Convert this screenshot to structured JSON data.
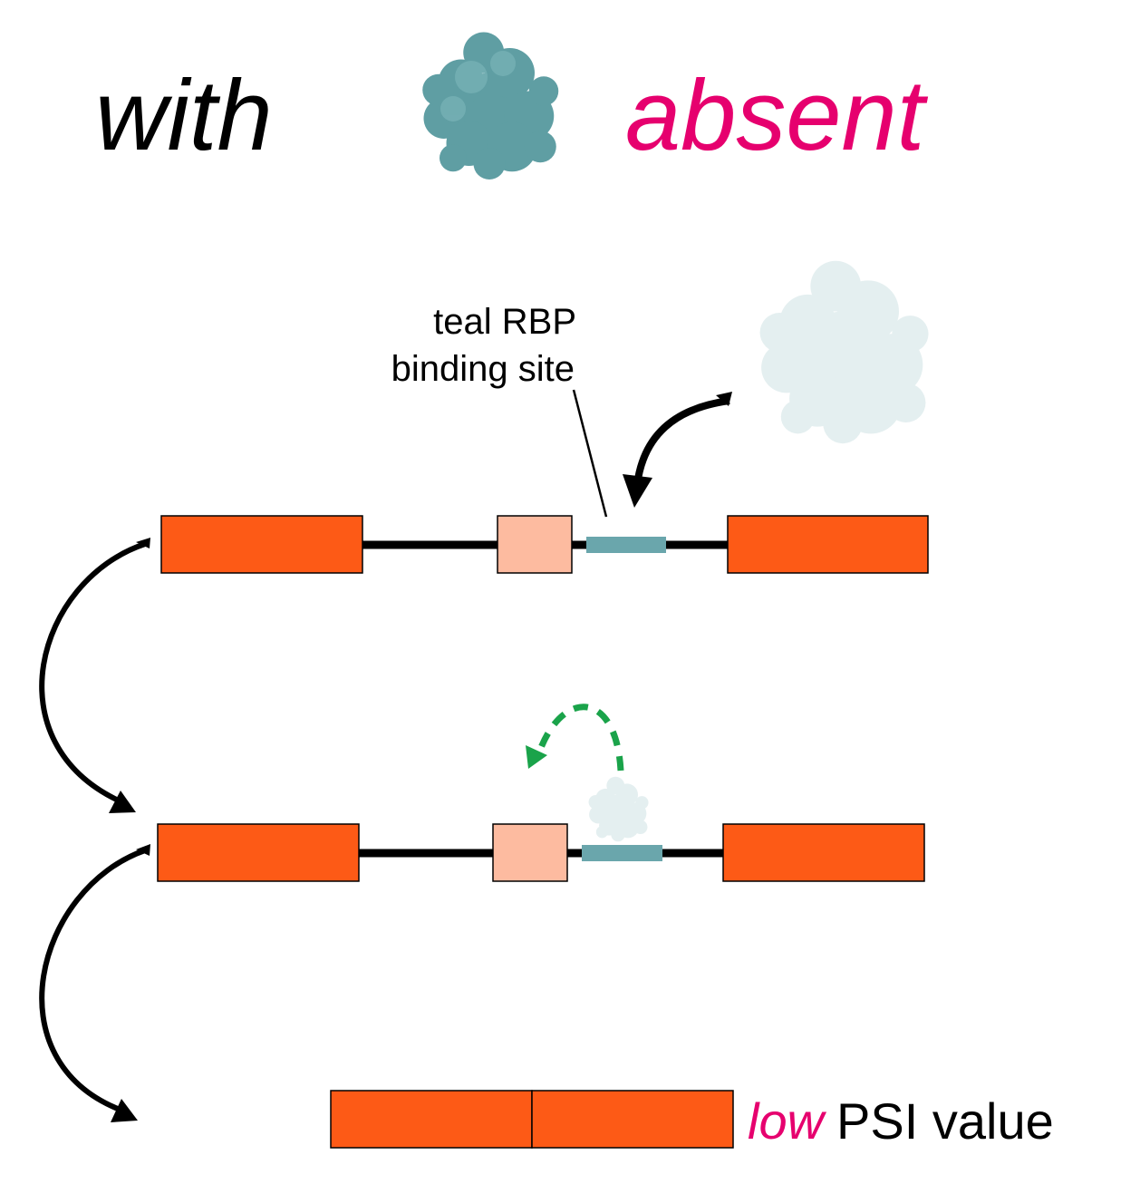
{
  "title": {
    "with_text": "with",
    "absent_text": "absent"
  },
  "callout": {
    "line1": "teal RBP",
    "line2": "binding site"
  },
  "result": {
    "low_text": "low",
    "rest_text": "PSI value"
  },
  "colors": {
    "exon": "#fd5a16",
    "alt_exon": "#fdbba0",
    "binding_site": "#6aa6ac",
    "protein": "#5f9ea3",
    "protein_faded": "#e4eff0",
    "accent_magenta": "#e6006e",
    "splice_arrow_green": "#1aa34a",
    "line": "#000000"
  }
}
